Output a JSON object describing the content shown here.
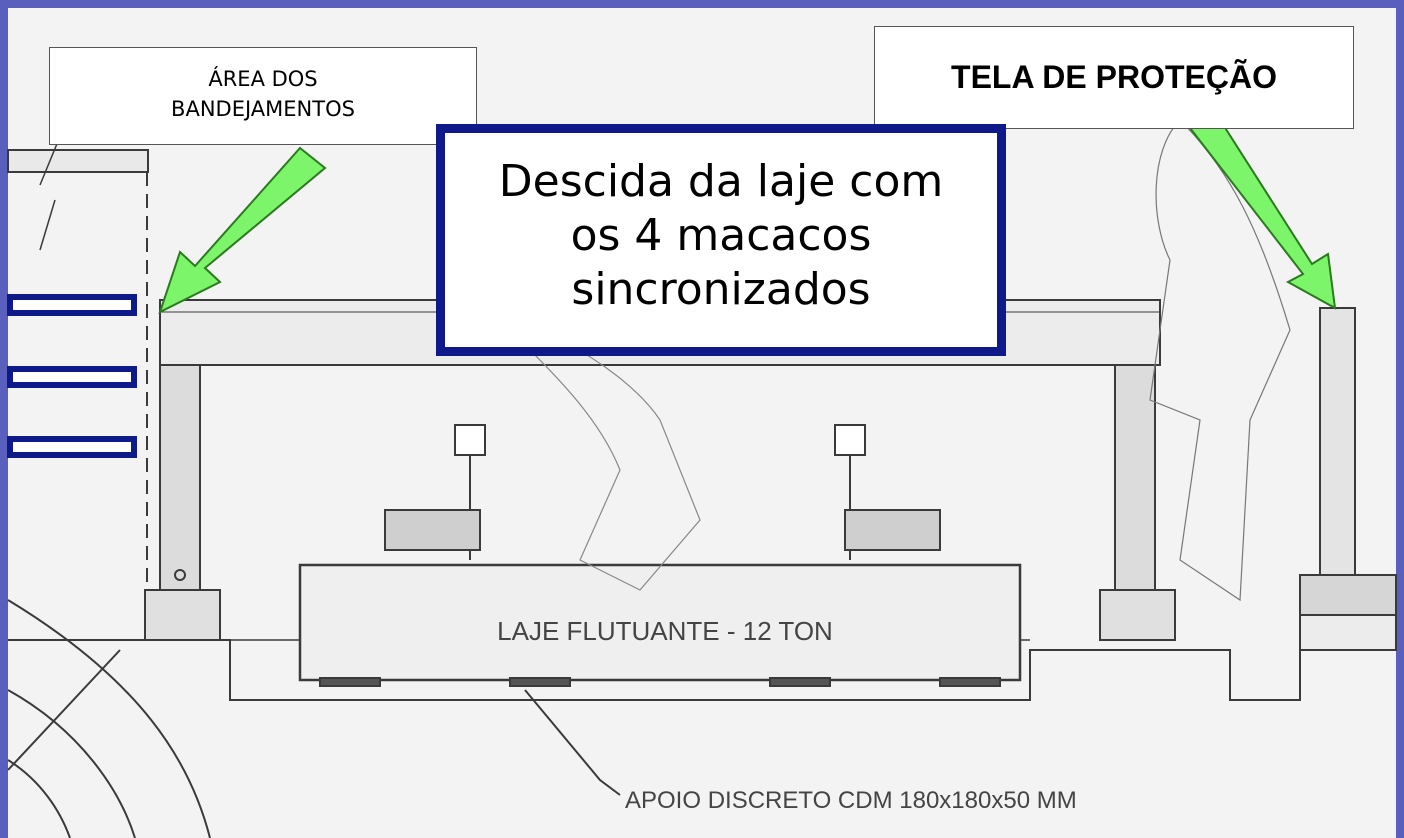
{
  "callouts": {
    "area_line1": "ÁREA DOS",
    "area_line2": "BANDEJAMENTOS",
    "tela": "TELA DE PROTEÇÃO",
    "main_line1": "Descida da laje com",
    "main_line2": "os 4 macacos",
    "main_line3": "sincronizados"
  },
  "drawing": {
    "slab_label": "LAJE FLUTUANTE - 12 TON",
    "support_label": "APOIO DISCRETO CDM 180x180x50 MM"
  },
  "colors": {
    "border": "#5a5fbd",
    "box_border": "#0f1a8a",
    "arrow_fill": "#7df56a",
    "line": "#3a3a3a"
  }
}
